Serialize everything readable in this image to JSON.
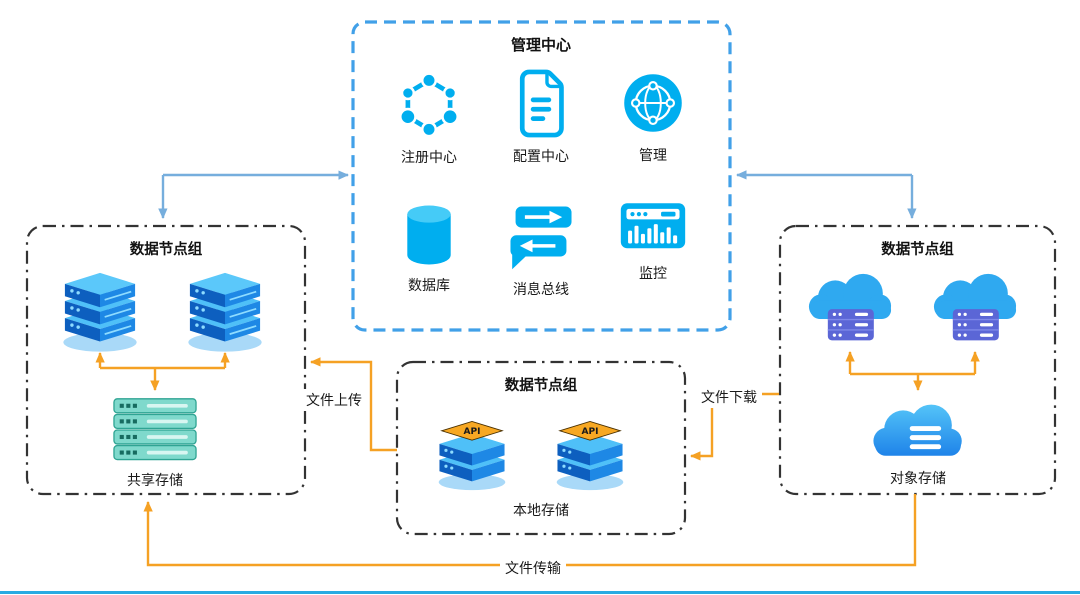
{
  "management_center": {
    "title": "管理中心",
    "items": [
      {
        "label": "注册中心",
        "icon": "registry-network-icon"
      },
      {
        "label": "配置中心",
        "icon": "config-document-icon"
      },
      {
        "label": "管理",
        "icon": "management-globe-icon"
      },
      {
        "label": "数据库",
        "icon": "database-cylinder-icon"
      },
      {
        "label": "消息总线",
        "icon": "message-bus-icon"
      },
      {
        "label": "监控",
        "icon": "monitor-icon"
      }
    ]
  },
  "left_group": {
    "title": "数据节点组",
    "storage_label": "共享存储",
    "node_icon": "server-stack-icon"
  },
  "center_group": {
    "title": "数据节点组",
    "storage_label": "本地存储",
    "api_badge": "API",
    "node_icon": "api-server-icon"
  },
  "right_group": {
    "title": "数据节点组",
    "storage_label": "对象存储",
    "node_icon": "cloud-server-icon"
  },
  "edges": {
    "upload_label": "文件上传",
    "download_label": "文件下载",
    "transfer_label": "文件传输"
  },
  "colors": {
    "management_border": "#41A0E8",
    "group_border": "#333333",
    "blue_arrow": "#76AEDD",
    "orange_arrow": "#F5A124",
    "icon_primary": "#00AEEF",
    "bottom_rule": "#29ABE2"
  }
}
